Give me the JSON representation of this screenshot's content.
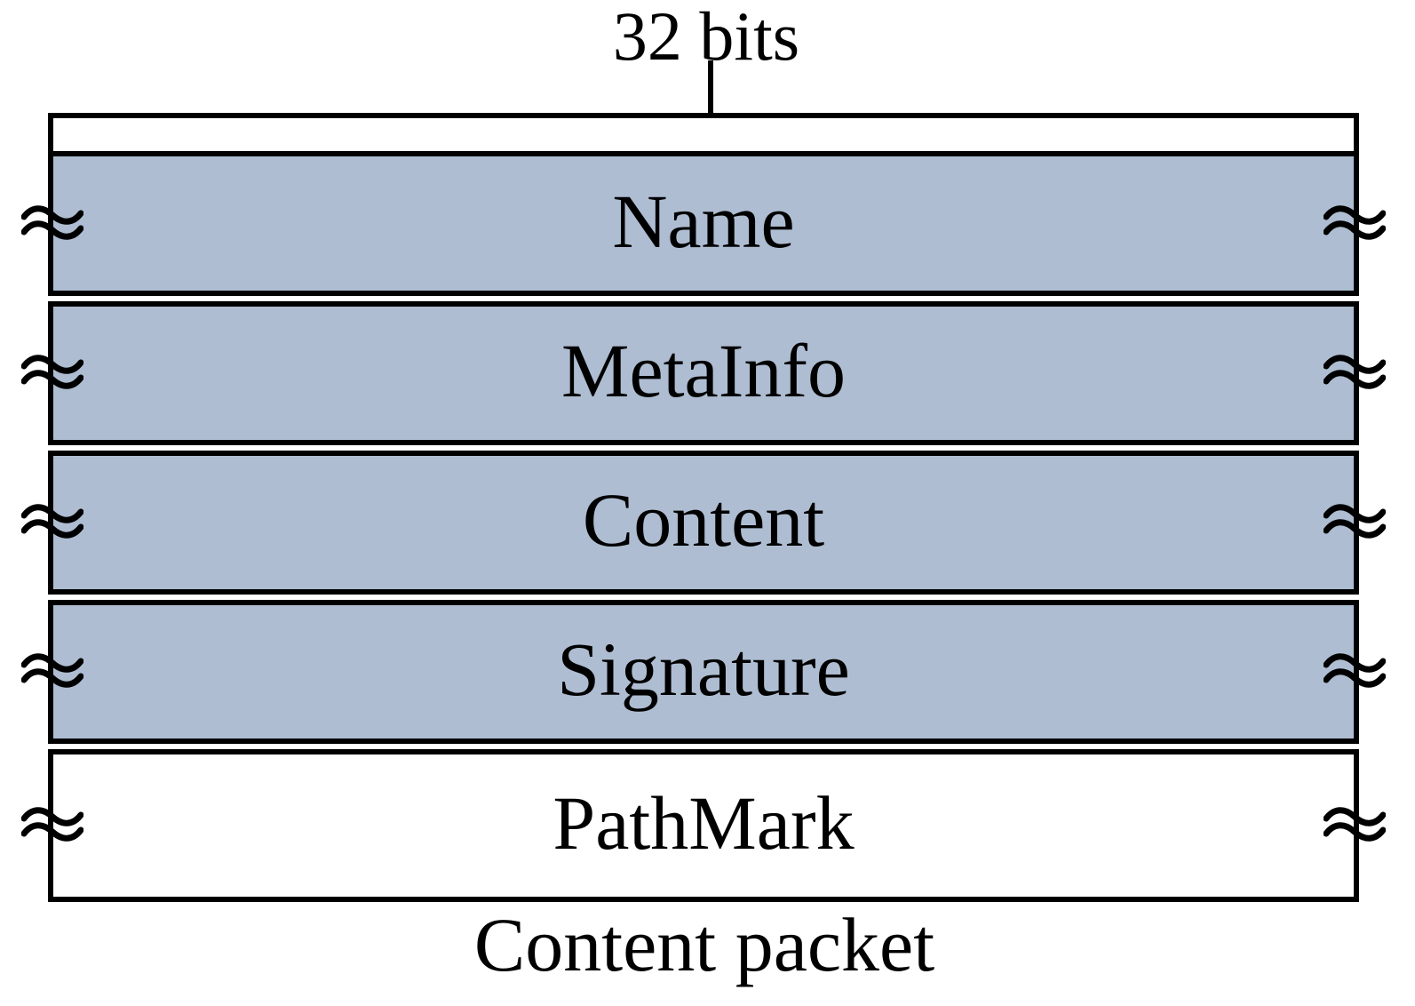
{
  "packet": {
    "bits_label": "32 bits",
    "caption": "Content packet",
    "fields": [
      {
        "label": "Name",
        "fill": "#aebdd1",
        "variable_length": true
      },
      {
        "label": "MetaInfo",
        "fill": "#aebdd1",
        "variable_length": true
      },
      {
        "label": "Content",
        "fill": "#aebdd1",
        "variable_length": true
      },
      {
        "label": "Signature",
        "fill": "#aebdd1",
        "variable_length": true
      },
      {
        "label": "PathMark",
        "fill": "#ffffff",
        "variable_length": true
      }
    ],
    "colors": {
      "field_fill": "#aebdd1",
      "pathmark_fill": "#ffffff",
      "border": "#000000",
      "background": "#ffffff"
    }
  }
}
